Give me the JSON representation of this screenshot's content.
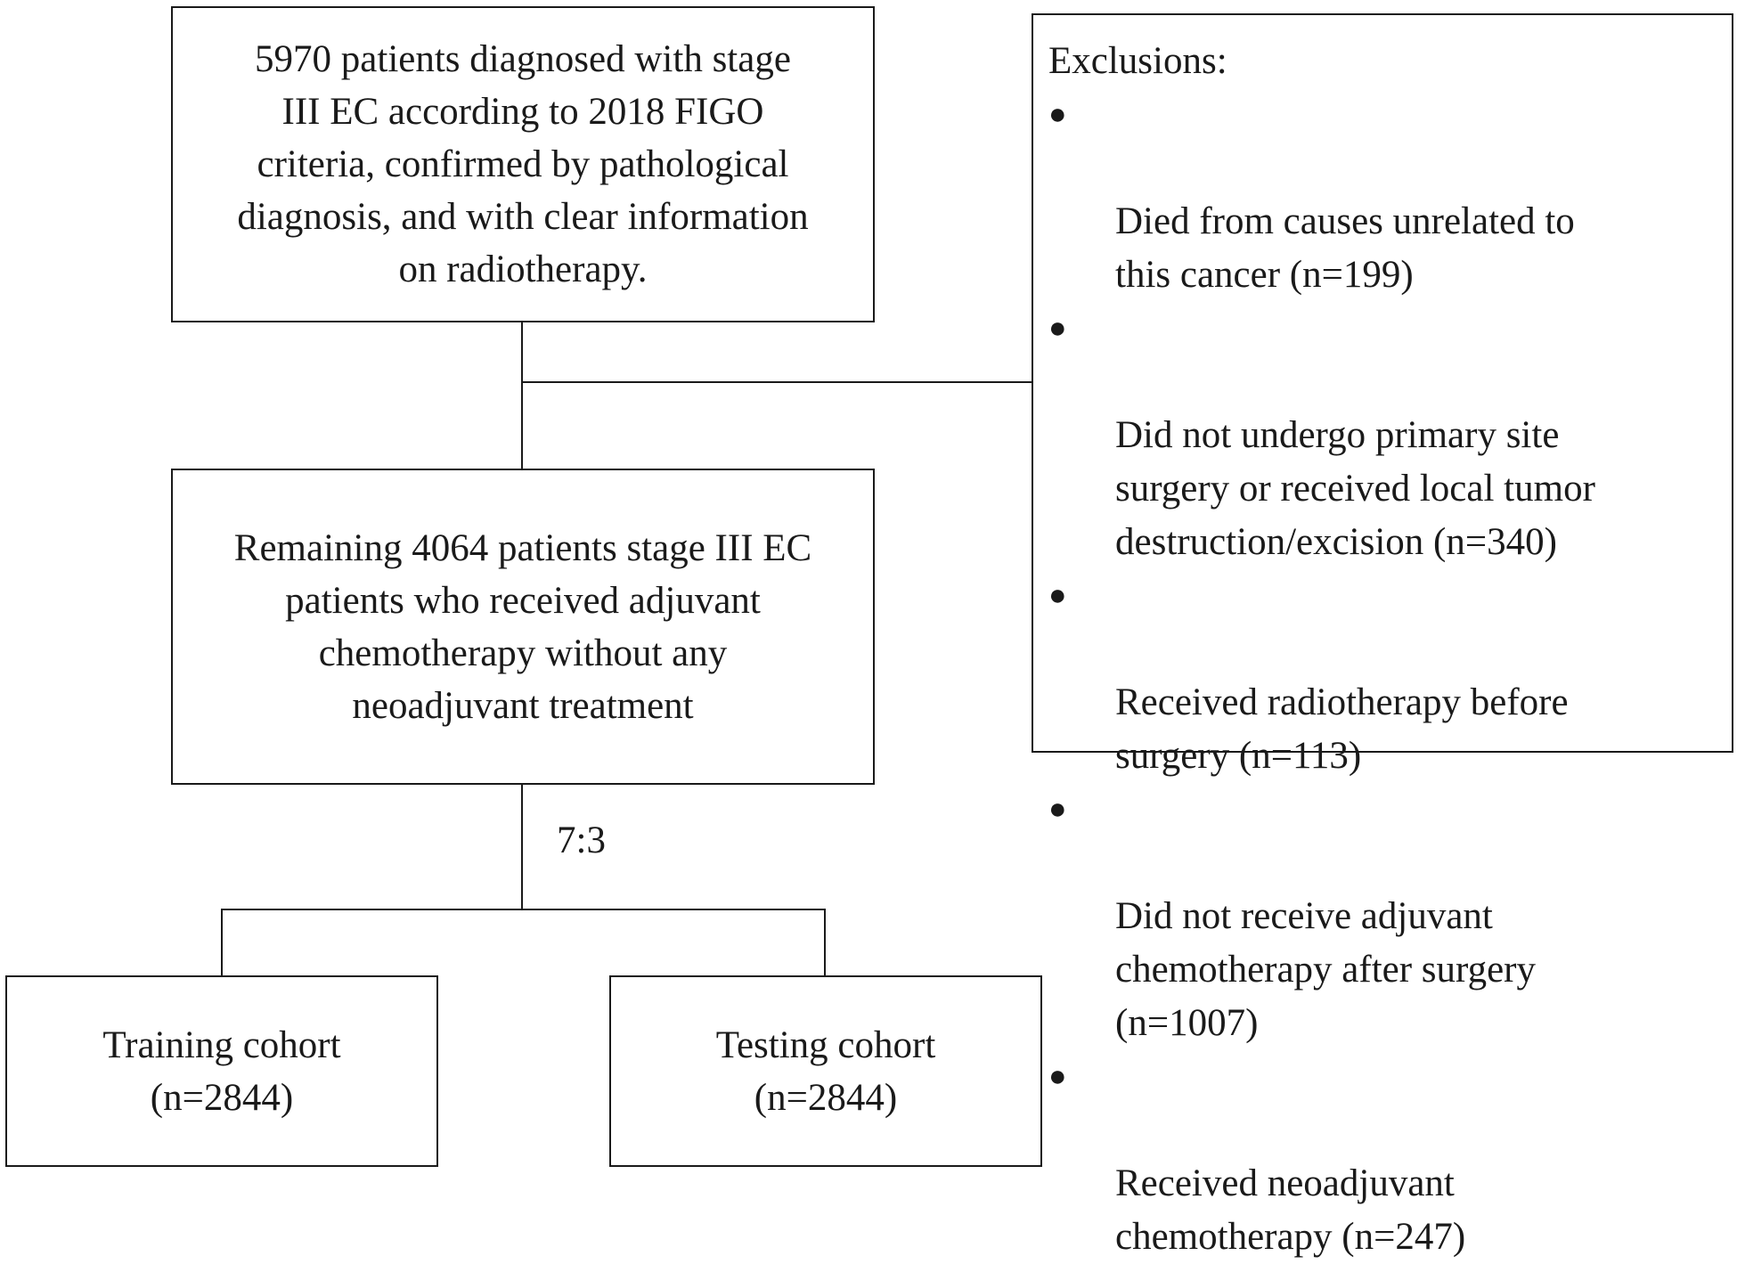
{
  "initial": {
    "text": "5970 patients diagnosed with stage\nIII EC according to 2018 FIGO\ncriteria, confirmed by pathological\ndiagnosis, and with clear information\non radiotherapy."
  },
  "exclusions": {
    "title": "Exclusions:",
    "bullet": "●",
    "items": [
      {
        "label": "Died from causes unrelated to\nthis cancer (n=199)"
      },
      {
        "label": "Did not undergo primary site\nsurgery or received local tumor\ndestruction/excision (n=340)"
      },
      {
        "label": "Received radiotherapy before\nsurgery (n=113)"
      },
      {
        "label": "Did not receive adjuvant\nchemotherapy after surgery\n(n=1007)"
      },
      {
        "label": "Received neoadjuvant\nchemotherapy (n=247)"
      }
    ]
  },
  "remaining": {
    "text": "Remaining 4064 patients stage III EC\npatients who received adjuvant\nchemotherapy without any\nneoadjuvant treatment"
  },
  "split_ratio": "7:3",
  "training": {
    "text": "Training cohort\n(n=2844)"
  },
  "testing": {
    "text": "Testing cohort\n(n=2844)"
  }
}
